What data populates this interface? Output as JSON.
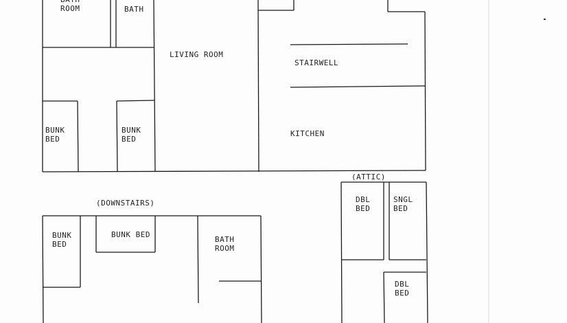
{
  "floors": {
    "main": {
      "rooms": [
        {
          "id": "bathroom1",
          "label": "BATH\nROOM"
        },
        {
          "id": "bath",
          "label": "BATH"
        },
        {
          "id": "living",
          "label": "LIVING ROOM"
        },
        {
          "id": "stairwell",
          "label": "STAIRWELL"
        },
        {
          "id": "kitchen",
          "label": "KITCHEN"
        },
        {
          "id": "bunk1",
          "label": "BUNK\nBED"
        },
        {
          "id": "bunk2",
          "label": "BUNK\nBED"
        }
      ]
    },
    "downstairs": {
      "title": "(DOWNSTAIRS)",
      "rooms": [
        {
          "id": "bunk3",
          "label": "BUNK\nBED"
        },
        {
          "id": "bunk4",
          "label": "BUNK BED"
        },
        {
          "id": "bathroom2",
          "label": "BATH\nROOM"
        }
      ]
    },
    "attic": {
      "title": "(ATTIC)",
      "rooms": [
        {
          "id": "dbl1",
          "label": "DBL\nBED"
        },
        {
          "id": "sngl",
          "label": "SNGL\nBED"
        },
        {
          "id": "dbl2",
          "label": "DBL\nBED"
        }
      ]
    }
  }
}
